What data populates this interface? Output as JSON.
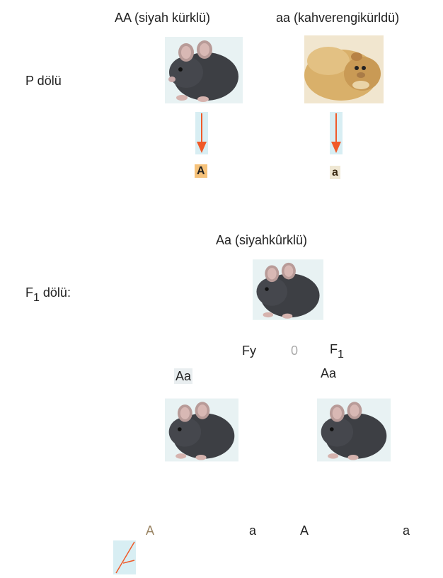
{
  "parents": {
    "left_label": "AA (siyah kürklü)",
    "right_label": "aa (kahverengikürldü)",
    "left_animal": "black-mouse",
    "right_animal": "brown-guinea-pig"
  },
  "p_generation": {
    "label": "P dölü"
  },
  "gametes_p": {
    "left": "A",
    "right": "a"
  },
  "f1_generation": {
    "label_main": "F",
    "label_sub": "1",
    "label_suffix": " dölü:",
    "offspring_label": "Aa (siyahkûrklü)"
  },
  "cross": {
    "left": "Fy",
    "middle": "0",
    "right_main": "F",
    "right_sub": "1"
  },
  "f1_pair": {
    "left": "Aa",
    "right": "Aa"
  },
  "gametes_f1": [
    "A",
    "a",
    "A",
    "a"
  ],
  "colors": {
    "arrow": "#f05a28",
    "arrow_bg": "#d8eef3",
    "black_fur": "#3d3f44",
    "brown_fur": "#d9b06a",
    "allele_highlight": "#f6c27a",
    "gamete_A_tan": "#9a8463",
    "zero_grey": "#aaaaaa"
  }
}
